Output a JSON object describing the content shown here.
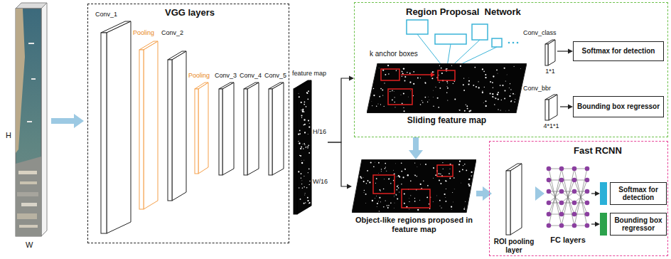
{
  "diagram": {
    "nodes": [
      {
        "text": [
          "VGG layers"
        ]
      },
      {
        "text": [
          "Conv_1"
        ],
        "in": 0
      },
      {
        "text": [
          "Pooling"
        ],
        "in": 0
      },
      {
        "text": [
          "Conv_2"
        ],
        "in": 0
      },
      {
        "text": [
          "Pooling"
        ],
        "in": 0
      },
      {
        "text": [
          "Conv_3"
        ],
        "in": 0
      },
      {
        "text": [
          "Conv_4"
        ],
        "in": 0
      },
      {
        "text": [
          "Conv_5"
        ],
        "in": 0
      },
      {
        "text": [
          "feature map"
        ]
      },
      {
        "text": [
          "Region Proposal  Network"
        ]
      },
      {
        "text": [
          "Sliding feature map"
        ],
        "in": 9
      },
      {
        "text": [
          "Conv_class",
          "1*1"
        ],
        "in": 9
      },
      {
        "text": [
          "Softmax for detection"
        ],
        "in": 9
      },
      {
        "text": [
          "Conv_bbr",
          "4*1*1"
        ],
        "in": 9
      },
      {
        "text": [
          "Bounding box regressor"
        ],
        "in": 9
      },
      {
        "text": [
          "Object-like regions proposed in feature map"
        ]
      },
      {
        "text": [
          "Fast RCNN"
        ]
      },
      {
        "text": [
          "ROI pooling layer"
        ],
        "in": 16
      },
      {
        "text": [
          "FC layers"
        ],
        "in": 16
      },
      {
        "text": [
          "Softmax for detection"
        ],
        "in": 16
      },
      {
        "text": [
          "Bounding box regressor"
        ],
        "in": 16
      }
    ],
    "edges": [
      {
        "from": 8,
        "to": 9,
        "arrow": "to"
      },
      {
        "from": 8,
        "to": 15,
        "arrow": "to"
      },
      {
        "from": 9,
        "to": 15,
        "arrow": "to"
      },
      {
        "from": 15,
        "to": 17,
        "arrow": "to"
      },
      {
        "from": 17,
        "to": 18,
        "arrow": "to"
      },
      {
        "from": 11,
        "to": 12,
        "arrow": "to"
      },
      {
        "from": 13,
        "to": 14,
        "arrow": "to"
      },
      {
        "from": 18,
        "to": 19,
        "arrow": "to"
      },
      {
        "from": 18,
        "to": 20,
        "arrow": "to"
      }
    ],
    "labels": [
      "H",
      "W",
      "H/16",
      "W/16",
      "k anchor boxes"
    ]
  }
}
